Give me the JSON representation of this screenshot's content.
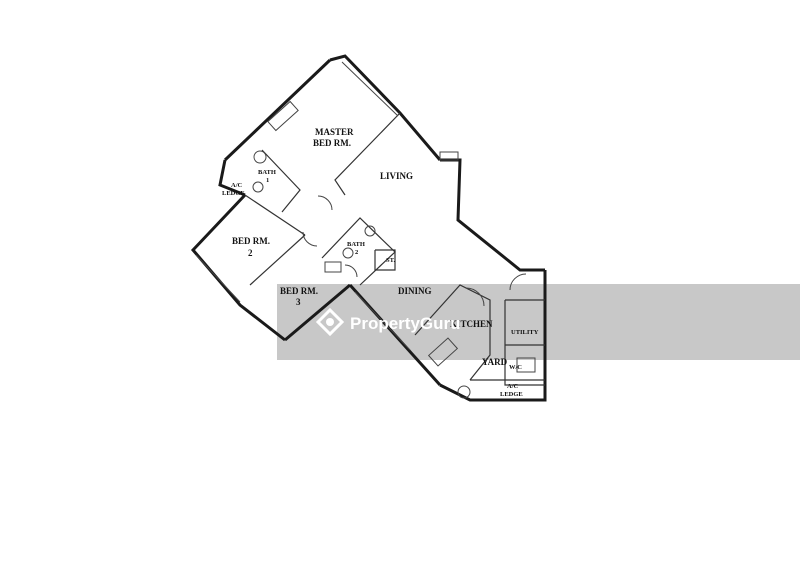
{
  "floorplan": {
    "rooms": {
      "master_bed": "MASTER",
      "master_bed_2": "BED RM.",
      "living": "LIVING",
      "bath_1": "BATH",
      "bath_1_num": "1",
      "ac_ledge_1": "A/C",
      "ac_ledge_1b": "LEDGE",
      "bed_2": "BED RM.",
      "bed_2_num": "2",
      "bath_2": "BATH",
      "bath_2_num": "2",
      "store": "ST.",
      "bed_3": "BED RM.",
      "bed_3_num": "3",
      "dining": "DINING",
      "kitchen": "KITCHEN",
      "utility": "UTILITY",
      "yard": "YARD",
      "wc": "W/C",
      "ac_ledge_2": "A/C",
      "ac_ledge_2b": "LEDGE"
    }
  },
  "watermark": {
    "brand": "PropertyGuru"
  },
  "colors": {
    "band": "#9a9a9a",
    "wall": "#1a1a1a"
  }
}
